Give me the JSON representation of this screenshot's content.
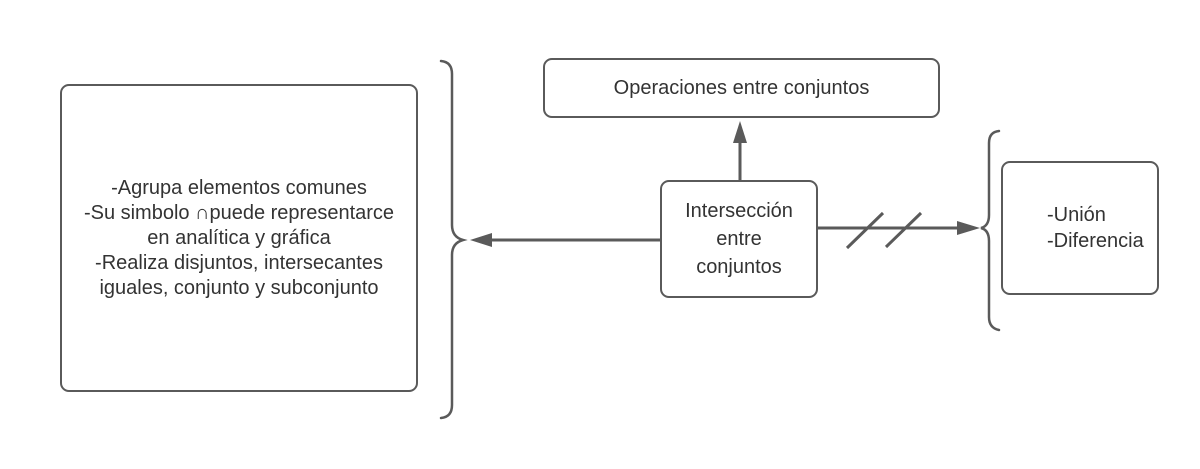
{
  "colors": {
    "stroke": "#5a5a5a",
    "text": "#333333",
    "background": "#ffffff"
  },
  "nodes": {
    "top": {
      "label": "Operaciones entre conjuntos"
    },
    "center": {
      "lines": [
        "Intersección",
        "entre",
        "conjuntos"
      ]
    },
    "left_detail": {
      "lines": [
        "-Agrupa elementos comunes",
        "-Su simbolo ∩puede representarce",
        "en analítica y gráfica",
        "-Realiza disjuntos, intersecantes",
        "iguales, conjunto y subconjunto"
      ]
    },
    "right_detail": {
      "lines": [
        "-Unión",
        "-Diferencia"
      ]
    }
  },
  "connectors": [
    {
      "from": "interseccion-entre-conjuntos",
      "to": "operaciones-entre-conjuntos",
      "type": "arrow"
    },
    {
      "from": "interseccion-entre-conjuntos",
      "to": "left-brace-detail",
      "type": "arrow"
    },
    {
      "from": "interseccion-entre-conjuntos",
      "to": "right-brace-detail",
      "type": "arrow-double-slash"
    }
  ]
}
